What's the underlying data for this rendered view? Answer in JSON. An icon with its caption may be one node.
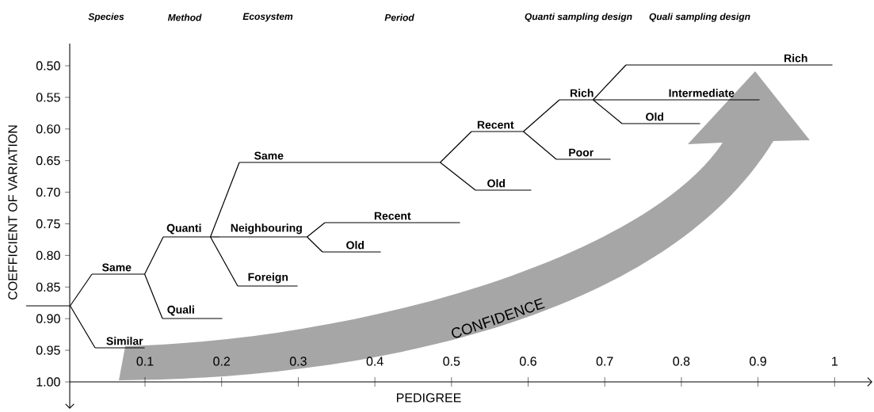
{
  "diagram": {
    "nodes": [
      {
        "text": [],
        "shape": "bar"
      },
      {
        "text": [
          "Same"
        ]
      },
      {
        "text": [
          "Similar"
        ]
      },
      {
        "text": [
          "Quanti"
        ]
      },
      {
        "text": [
          "Quali"
        ]
      },
      {
        "text": [
          "Same"
        ]
      },
      {
        "text": [
          "Neighbouring"
        ]
      },
      {
        "text": [
          "Foreign"
        ]
      },
      {
        "text": [
          "Recent"
        ]
      },
      {
        "text": [
          "Old"
        ]
      },
      {
        "text": [
          "Recent"
        ]
      },
      {
        "text": [
          "Old"
        ]
      },
      {
        "text": [
          "Poor"
        ]
      },
      {
        "text": [
          "Rich"
        ]
      },
      {
        "text": [
          "Rich"
        ]
      },
      {
        "text": [
          "Intermediate"
        ]
      },
      {
        "text": [
          "Old"
        ]
      },
      {
        "text": [
          "CONFIDENCE"
        ]
      }
    ],
    "edges": [
      {
        "from": 0,
        "to": 1,
        "arrow": "none"
      },
      {
        "from": 0,
        "to": 2,
        "arrow": "none"
      },
      {
        "from": 1,
        "to": 3,
        "arrow": "none"
      },
      {
        "from": 1,
        "to": 4,
        "arrow": "none"
      },
      {
        "from": 3,
        "to": 5,
        "arrow": "none"
      },
      {
        "from": 3,
        "to": 6,
        "arrow": "none"
      },
      {
        "from": 3,
        "to": 7,
        "arrow": "none"
      },
      {
        "from": 6,
        "to": 8,
        "arrow": "none"
      },
      {
        "from": 6,
        "to": 9,
        "arrow": "none"
      },
      {
        "from": 5,
        "to": 10,
        "arrow": "none"
      },
      {
        "from": 5,
        "to": 11,
        "arrow": "none"
      },
      {
        "from": 10,
        "to": 12,
        "arrow": "none"
      },
      {
        "from": 10,
        "to": 13,
        "arrow": "none"
      },
      {
        "from": 13,
        "to": 14,
        "arrow": "none"
      },
      {
        "from": 13,
        "to": 15,
        "arrow": "none"
      },
      {
        "from": 13,
        "to": 16,
        "arrow": "none"
      }
    ],
    "labels": [
      "Species",
      "Method",
      "Ecosystem",
      "Period",
      "Quanti sampling design",
      "Quali sampling design",
      "0.50",
      "0.55",
      "0.60",
      "0.65",
      "0.70",
      "0.75",
      "0.80",
      "0.85",
      "0.90",
      "0.95",
      "1.00",
      "0.1",
      "0.2",
      "0.3",
      "0.4",
      "0.5",
      "0.6",
      "0.7",
      "0.8",
      "0.9",
      "1",
      "COEFFICIENT OF VARIATION",
      "PEDIGREE"
    ]
  }
}
